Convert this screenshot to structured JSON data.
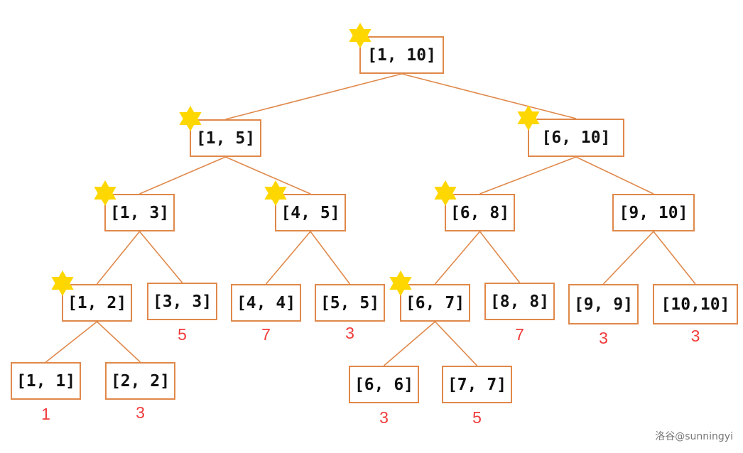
{
  "title": "Segment tree diagram",
  "colors": {
    "box_border": "#E0884A",
    "edge": "#E0884A",
    "value_text": "#F03A3A",
    "star": "#FFD700"
  },
  "nodes": [
    {
      "id": "n1_10",
      "label": "[1, 10]",
      "parent": null,
      "starred": true,
      "value": null
    },
    {
      "id": "n1_5",
      "label": "[1, 5]",
      "parent": "n1_10",
      "starred": true,
      "value": null
    },
    {
      "id": "n6_10",
      "label": "[6, 10]",
      "parent": "n1_10",
      "starred": true,
      "value": null
    },
    {
      "id": "n1_3",
      "label": "[1, 3]",
      "parent": "n1_5",
      "starred": true,
      "value": null
    },
    {
      "id": "n4_5",
      "label": "[4, 5]",
      "parent": "n1_5",
      "starred": true,
      "value": null
    },
    {
      "id": "n6_8",
      "label": "[6, 8]",
      "parent": "n6_10",
      "starred": true,
      "value": null
    },
    {
      "id": "n9_10",
      "label": "[9, 10]",
      "parent": "n6_10",
      "starred": false,
      "value": null
    },
    {
      "id": "n1_2",
      "label": "[1, 2]",
      "parent": "n1_3",
      "starred": true,
      "value": null
    },
    {
      "id": "n3_3",
      "label": "[3, 3]",
      "parent": "n1_3",
      "starred": false,
      "value": "5"
    },
    {
      "id": "n4_4",
      "label": "[4, 4]",
      "parent": "n4_5",
      "starred": false,
      "value": "7"
    },
    {
      "id": "n5_5",
      "label": "[5, 5]",
      "parent": "n4_5",
      "starred": false,
      "value": "3"
    },
    {
      "id": "n6_7",
      "label": "[6, 7]",
      "parent": "n6_8",
      "starred": true,
      "value": null
    },
    {
      "id": "n8_8",
      "label": "[8, 8]",
      "parent": "n6_8",
      "starred": false,
      "value": "7"
    },
    {
      "id": "n9_9",
      "label": "[9, 9]",
      "parent": "n9_10",
      "starred": false,
      "value": "3"
    },
    {
      "id": "n10_10",
      "label": "[10,10]",
      "parent": "n9_10",
      "starred": false,
      "value": "3"
    },
    {
      "id": "n1_1",
      "label": "[1, 1]",
      "parent": "n1_2",
      "starred": false,
      "value": "1"
    },
    {
      "id": "n2_2",
      "label": "[2, 2]",
      "parent": "n1_2",
      "starred": false,
      "value": "3"
    },
    {
      "id": "n6_6",
      "label": "[6, 6]",
      "parent": "n6_7",
      "starred": false,
      "value": "3"
    },
    {
      "id": "n7_7",
      "label": "[7, 7]",
      "parent": "n6_7",
      "starred": false,
      "value": "5"
    }
  ],
  "watermark": "洛谷@sunningyi"
}
